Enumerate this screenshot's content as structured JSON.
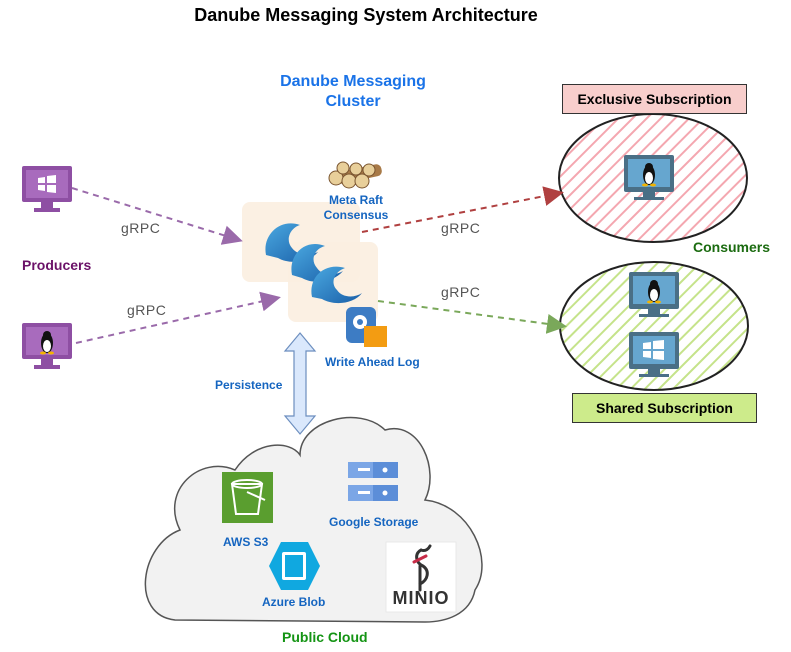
{
  "title": "Danube Messaging System Architecture",
  "cluster": {
    "title": "Danube  Messaging Cluster"
  },
  "producers": {
    "label": "Producers"
  },
  "consumers": {
    "label": "Consumers"
  },
  "meta": {
    "label": "Meta Raft Consensus"
  },
  "wal": {
    "label": "Write Ahead Log"
  },
  "persistence": {
    "label": "Persistence"
  },
  "protocol": {
    "label": "gRPC"
  },
  "subscriptions": {
    "exclusive": "Exclusive Subscription",
    "shared": "Shared Subscription"
  },
  "storage": {
    "aws": "AWS S3",
    "google": "Google Storage",
    "azure": "Azure Blob",
    "minio": "MINIO",
    "cloud": "Public Cloud"
  },
  "colors": {
    "producers_text": "#6b1268",
    "consumers_text": "#1b6b10",
    "cloud_text": "#149414",
    "purple_arrow": "#9a6aaa",
    "red_arrow": "#b04040",
    "green_arrow": "#7aa85a",
    "exclusive_fill": "#f8cecc",
    "shared_fill": "#cdeb8b"
  }
}
